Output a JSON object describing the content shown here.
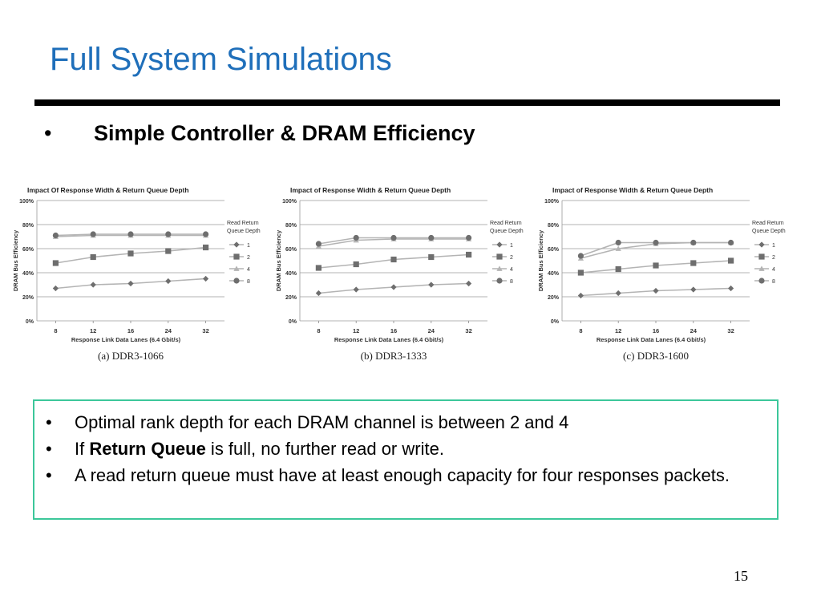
{
  "slide": {
    "title": "Full System Simulations",
    "bullet": "•",
    "heading": "Simple Controller & DRAM Efficiency",
    "page_number": "15"
  },
  "notes": {
    "line1": "Optimal rank depth for each DRAM channel is between 2 and 4",
    "line2_prefix": "If ",
    "line2_bold": "Return Queue",
    "line2_suffix": " is full, no further read or write.",
    "line3": "A read return queue must have at least enough capacity for four responses packets."
  },
  "colors": {
    "title_blue": "#1f6fba",
    "box_border": "#3cc79a",
    "series_light": "#b4b4b4",
    "series_dark": "#6e6e6e"
  },
  "chart_data": [
    {
      "type": "line",
      "title": "Impact Of Response Width & Return Queue Depth",
      "caption": "(a)  DDR3-1066",
      "xlabel": "Response Link Data Lanes (6.4 Gbit/s)",
      "ylabel": "DRAM Bus Efficiency",
      "categories": [
        "8",
        "12",
        "16",
        "24",
        "32"
      ],
      "yticks": [
        "0%",
        "20%",
        "40%",
        "60%",
        "80%",
        "100%"
      ],
      "ylim": [
        0,
        100
      ],
      "grid": true,
      "legend_title": "Read Return Queue Depth",
      "legend_placement": "right",
      "series": [
        {
          "name": "1",
          "marker": "diamond",
          "values": [
            27,
            30,
            31,
            33,
            35
          ]
        },
        {
          "name": "2",
          "marker": "square",
          "values": [
            48,
            53,
            56,
            58,
            61
          ]
        },
        {
          "name": "4",
          "marker": "triangle",
          "values": [
            70,
            71,
            71,
            71,
            71
          ]
        },
        {
          "name": "8",
          "marker": "circle",
          "values": [
            71,
            72,
            72,
            72,
            72
          ]
        }
      ]
    },
    {
      "type": "line",
      "title": "Impact of Response Width & Return Queue Depth",
      "caption": "(b)  DDR3-1333",
      "xlabel": "Response Link Data Lanes (6.4 Gbit/s)",
      "ylabel": "DRAM Bus Efficiency",
      "categories": [
        "8",
        "12",
        "16",
        "24",
        "32"
      ],
      "yticks": [
        "0%",
        "20%",
        "40%",
        "60%",
        "80%",
        "100%"
      ],
      "ylim": [
        0,
        100
      ],
      "grid": true,
      "legend_title": "Read Return Queue Depth",
      "legend_placement": "right",
      "series": [
        {
          "name": "1",
          "marker": "diamond",
          "values": [
            23,
            26,
            28,
            30,
            31
          ]
        },
        {
          "name": "2",
          "marker": "square",
          "values": [
            44,
            47,
            51,
            53,
            55
          ]
        },
        {
          "name": "4",
          "marker": "triangle",
          "values": [
            62,
            67,
            68,
            68,
            68
          ]
        },
        {
          "name": "8",
          "marker": "circle",
          "values": [
            64,
            69,
            69,
            69,
            69
          ]
        }
      ]
    },
    {
      "type": "line",
      "title": "Impact of Response Width & Return Queue Depth",
      "caption": "(c)  DDR3-1600",
      "xlabel": "Response Link Data Lanes (6.4 Gbit/s)",
      "ylabel": "DRAM Bus Efficiency",
      "categories": [
        "8",
        "12",
        "16",
        "24",
        "32"
      ],
      "yticks": [
        "0%",
        "20%",
        "40%",
        "60%",
        "80%",
        "100%"
      ],
      "ylim": [
        0,
        100
      ],
      "grid": true,
      "legend_title": "Read Return Queue Depth",
      "legend_placement": "right",
      "series": [
        {
          "name": "1",
          "marker": "diamond",
          "values": [
            21,
            23,
            25,
            26,
            27
          ]
        },
        {
          "name": "2",
          "marker": "square",
          "values": [
            40,
            43,
            46,
            48,
            50
          ]
        },
        {
          "name": "4",
          "marker": "triangle",
          "values": [
            52,
            60,
            64,
            65,
            65
          ]
        },
        {
          "name": "8",
          "marker": "circle",
          "values": [
            54,
            65,
            65,
            65,
            65
          ]
        }
      ]
    }
  ]
}
